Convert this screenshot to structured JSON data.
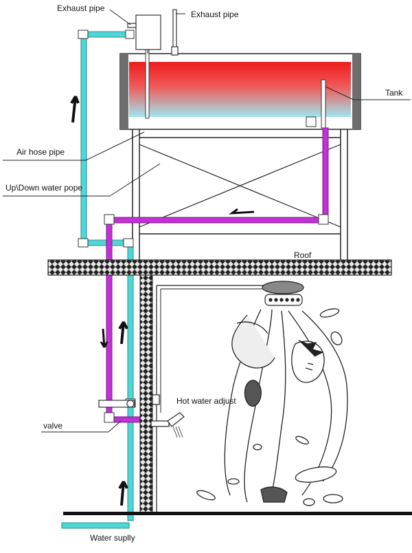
{
  "labels": {
    "exhaust_pipe_left": "Exhaust pipe",
    "exhaust_pipe_right": "Exhaust pipe",
    "tank": "Tank",
    "air_hose_pipe": "Air hose pipe",
    "up_down_water_pipe": "Up\\Down water pope",
    "roof": "Roof",
    "hot_water_adjust": "Hot water adjust",
    "valve": "valve",
    "water_supply": "Water suplly"
  },
  "colors": {
    "cold_pipe": "#4fd6d6",
    "hot_pipe": "#c231d6",
    "tank_hot": "#ee1c1c",
    "tank_cold": "#9ee6ee",
    "tank_cap": "#6e6e6e",
    "roof_fill": "#cfcfcf",
    "line": "#111111"
  }
}
